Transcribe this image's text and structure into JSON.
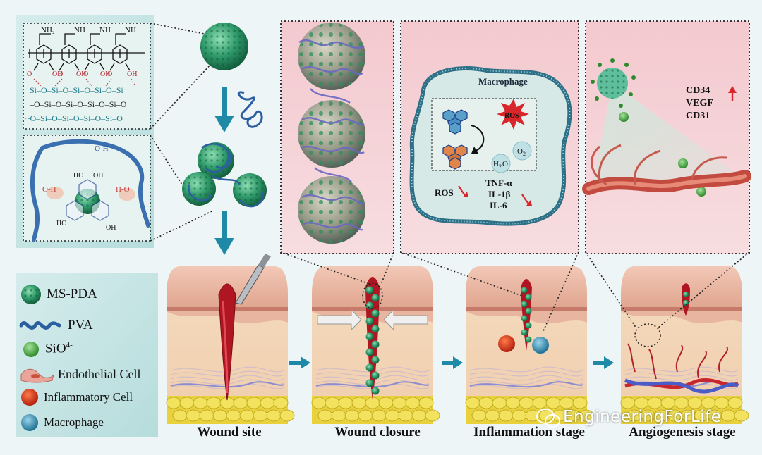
{
  "legend": {
    "items": [
      {
        "label": "MS-PDA",
        "icon": "ms-pda-sphere-icon"
      },
      {
        "label": "PVA",
        "icon": "pva-chain-icon"
      },
      {
        "label": "SiO",
        "superscript": "4-",
        "icon": "sio4-sphere-icon"
      },
      {
        "label": "Endothelial Cell",
        "icon": "endothelial-cell-icon"
      },
      {
        "label": "Inflammatory Cell",
        "icon": "inflammatory-cell-icon"
      },
      {
        "label": "Macrophage",
        "icon": "macrophage-icon"
      }
    ]
  },
  "stages": [
    {
      "label": "Wound site"
    },
    {
      "label": "Wound closure"
    },
    {
      "label": "Inflammation stage"
    },
    {
      "label": "Angiogenesis stage"
    }
  ],
  "macrophage_panel": {
    "title": "Macrophage",
    "ros_badge": "ROS",
    "o2": "O",
    "o2_sub": "2",
    "h2o_h": "H",
    "h2o_sub": "2",
    "h2o_o": "O",
    "ros_label": "ROS",
    "cytokines": [
      "TNF-α",
      "IL-1β",
      "IL-6"
    ]
  },
  "angio_panel": {
    "markers": [
      "CD34",
      "VEGF",
      "CD31"
    ]
  },
  "chemistry": {
    "nh2": "NH₂",
    "nh": "NH",
    "si": "Si",
    "o": "O",
    "oh": "OH",
    "o_h": "O-H",
    "h_o": "H-O"
  },
  "watermark": "EngineeringForLife",
  "colors": {
    "teal": "#1f8aa8",
    "green_sphere": "#2f9a6a",
    "red": "#d8262b",
    "skin_top": "#e9b9a6",
    "skin_mid": "#f3d6b6",
    "fat": "#e8d13a"
  }
}
